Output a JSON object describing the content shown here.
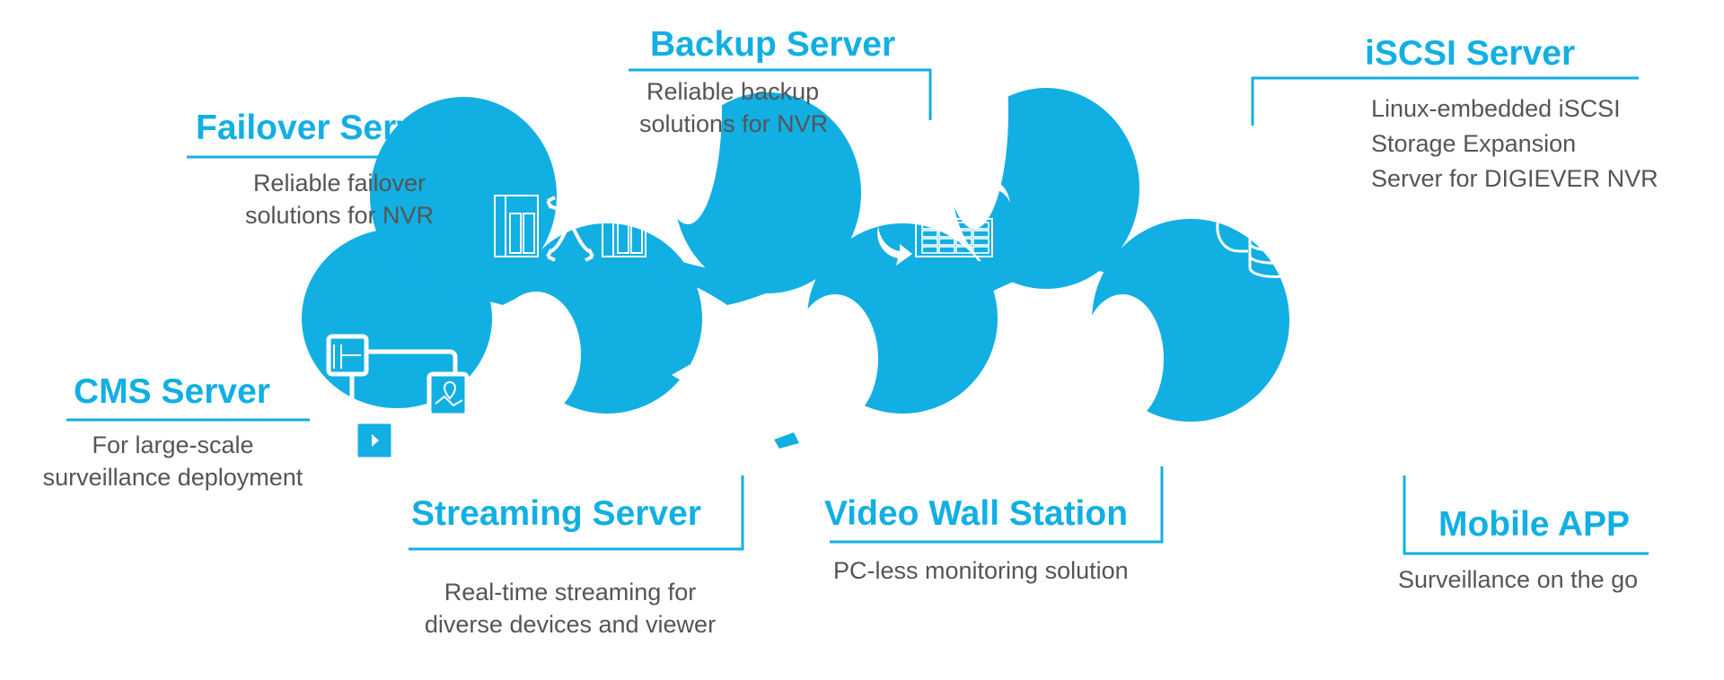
{
  "colors": {
    "accent": "#12afe3",
    "text": "#555555",
    "icon": "#ffffff",
    "background": "#ffffff"
  },
  "products": [
    {
      "id": "cms",
      "title": "CMS Server",
      "description": [
        "For large-scale",
        "surveillance deployment"
      ],
      "icon": "monitor-multi-window-icon"
    },
    {
      "id": "failover",
      "title": "Failover Server",
      "description": [
        "Reliable failover",
        "solutions for NVR"
      ],
      "icon": "failover-servers-icon"
    },
    {
      "id": "streaming",
      "title": "Streaming Server",
      "description": [
        "Real-time streaming for",
        "diverse devices and viewer"
      ],
      "icon": "streaming-router-icon"
    },
    {
      "id": "backup",
      "title": "Backup Server",
      "description": [
        "Reliable backup",
        "solutions for NVR"
      ],
      "icon": "backup-rack-icon"
    },
    {
      "id": "videowall",
      "title": "Video Wall Station",
      "description": [
        "PC-less monitoring solution"
      ],
      "icon": "desktop-tower-icon"
    },
    {
      "id": "iscsi",
      "title": "iSCSI Server",
      "description": [
        "Linux-embedded iSCSI",
        "Storage Expansion",
        "Server for DIGIEVER NVR"
      ],
      "icon": "cloud-database-icon"
    },
    {
      "id": "mobile",
      "title": "Mobile APP",
      "description": [
        "Surveillance on the go"
      ],
      "icon": "smartphone-icon"
    }
  ]
}
